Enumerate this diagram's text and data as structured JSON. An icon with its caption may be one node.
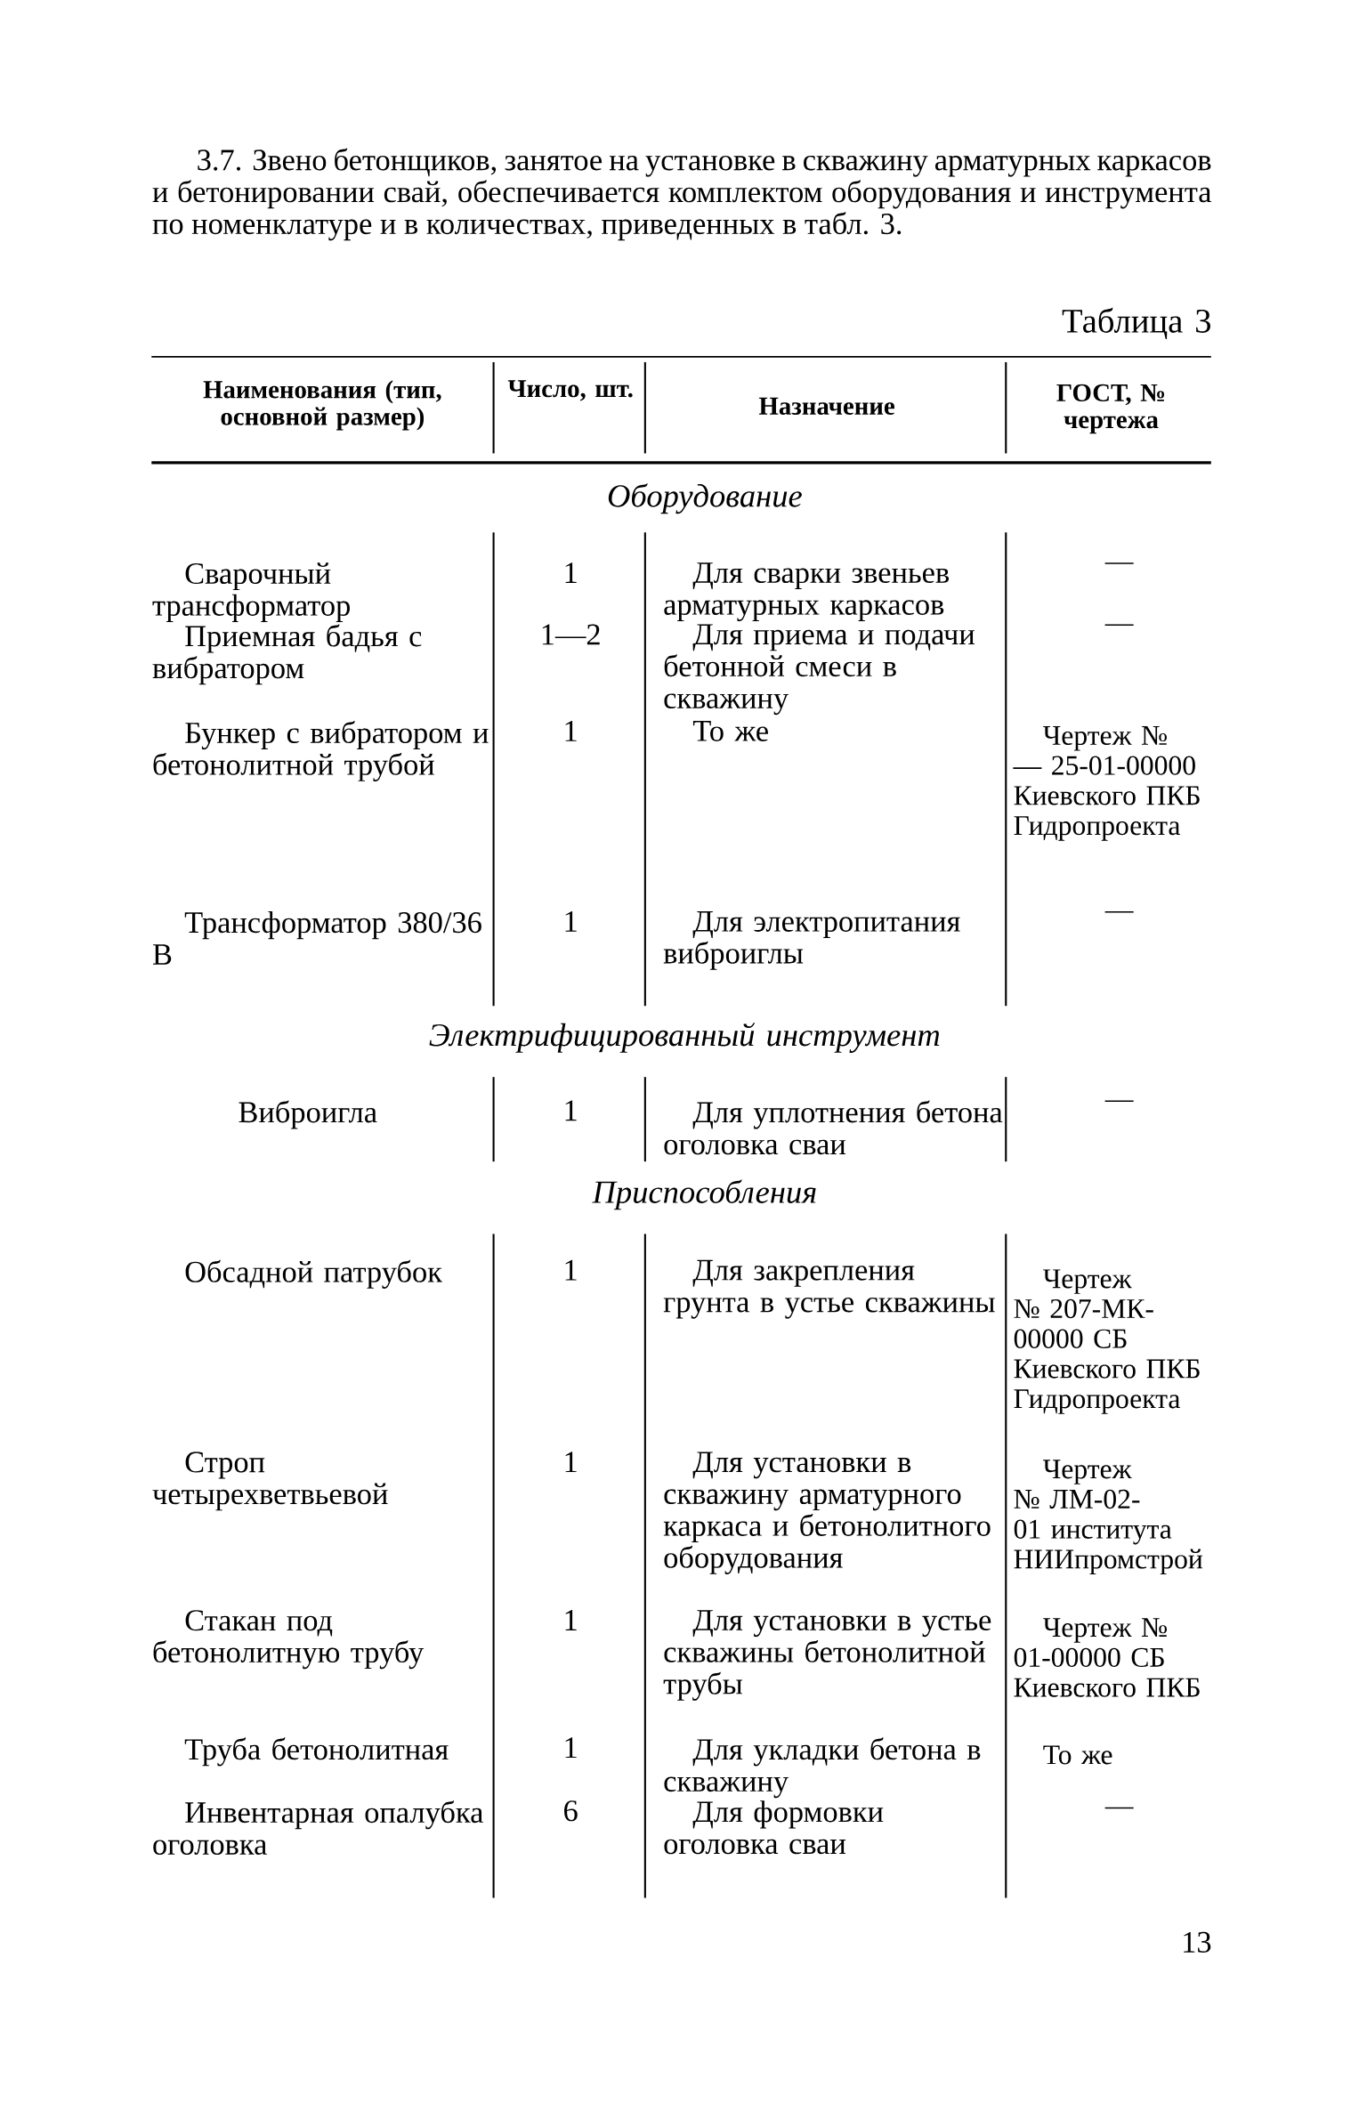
{
  "diagram": {
    "labels": [
      "3.7. Звено бетонщиков, занятое на установке в скважину арматурных каркасов и бетонировании свай, обеспечивается комплектом оборудования и инструмента по номенклатуре и в количествах, приведенных в табл. 3.",
      "Таблица 3",
      "Наименования (тип, основной размер)",
      "Число, шт.",
      "Назначение",
      "ГОСТ, № чертежа",
      "Оборудование",
      "Сварочный трансформатор",
      "1",
      "Для сварки звеньев арматурных каркасов",
      "—",
      "Приемная бадья с вибратором",
      "1—2",
      "Для приема и подачи бетонной смеси в скважину",
      "—",
      "Бункер с вибратором и бетонолитной трубой",
      "1",
      "То же",
      "Чертеж № — 25-01-00000 Киевского ПКБ Гидропроекта",
      "Трансформатор 380/36 В",
      "1",
      "Для электропитания виброиглы",
      "—",
      "Электрифицированный инструмент",
      "Виброигла",
      "1",
      "Для уплотнения бетона оголовка сваи",
      "—",
      "Приспособления",
      "Обсадной патрубок",
      "1",
      "Для закрепления грунта в устье скважины",
      "Чертеж № 207-МК-00000 СБ Киевского ПКБ Гидропроекта",
      "Строп четырехветвьевой",
      "1",
      "Для установки в скважину арматурного каркаса и бетонолитного оборудования",
      "Чертеж № ЛМ-02-01 института НИИпромстрой",
      "Стакан под бетонолитную трубу",
      "1",
      "Для установки в устье скважины бетонолитной трубы",
      "Чертеж № 01-00000 СБ Киевского ПКБ",
      "Труба бетонолитная",
      "1",
      "Для укладки бетона в скважину",
      "То же",
      "Инвентарная опалубка оголовка",
      "6",
      "Для формовки оголовка сваи",
      "—",
      "13"
    ]
  }
}
